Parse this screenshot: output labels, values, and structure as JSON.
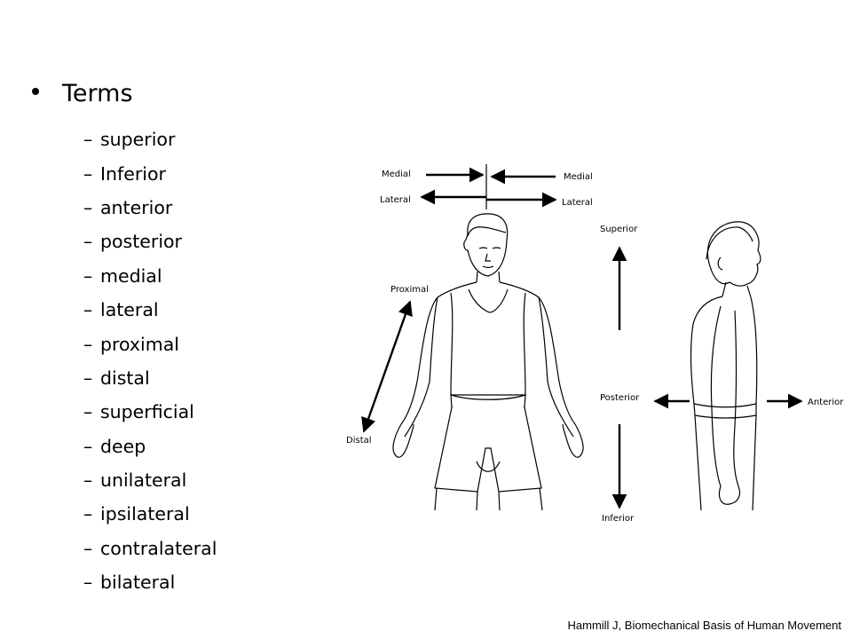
{
  "slide": {
    "heading": "Terms",
    "terms": [
      "superior",
      "Inferior",
      "anterior",
      "posterior",
      "medial",
      "lateral",
      "proximal",
      "distal",
      "superficial",
      "deep",
      "unilateral",
      "ipsilateral",
      "contralateral",
      "bilateral"
    ],
    "citation": "Hammill J, Biomechanical Basis of Human Movement"
  },
  "figure": {
    "labels": {
      "medial_left": "Medial",
      "medial_right": "Medial",
      "lateral_left": "Lateral",
      "lateral_right": "Lateral",
      "proximal": "Proximal",
      "distal": "Distal",
      "superior": "Superior",
      "inferior": "Inferior",
      "posterior": "Posterior",
      "anterior": "Anterior"
    }
  }
}
